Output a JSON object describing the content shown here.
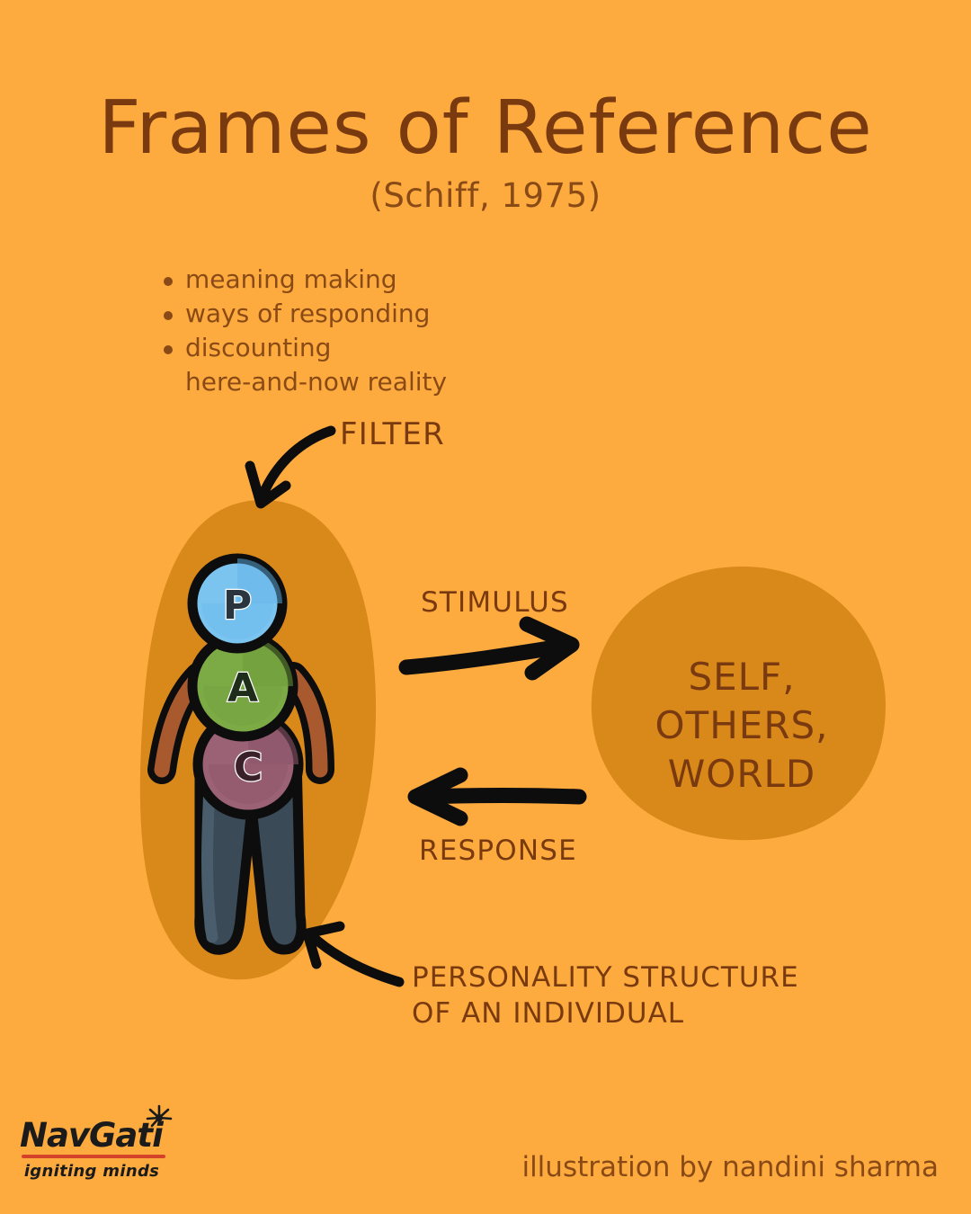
{
  "colors": {
    "background": "#fdab3f",
    "blob": "#d9881a",
    "title_text": "#7a3a10",
    "body_text": "#8a4a16",
    "arrow": "#0d0d0d",
    "parent_circle": "#7cc4f0",
    "adult_circle": "#7cab45",
    "child_circle": "#9b6275",
    "arm": "#a9592e",
    "legs": "#3a4a57",
    "letter": "#2b3540",
    "logo_rule": "#d4422a",
    "logo_text": "#1b1b1b"
  },
  "header": {
    "title": "Frames of Reference",
    "subtitle": "(Schiff, 1975)"
  },
  "bullets": [
    {
      "text": "meaning making",
      "continuation": ""
    },
    {
      "text": "ways of responding",
      "continuation": ""
    },
    {
      "text": "discounting",
      "continuation": "here-and-now reality"
    }
  ],
  "labels": {
    "filter": "FILTER",
    "stimulus": "STIMULUS",
    "response": "RESPONSE",
    "caption_line1": "PERSONALITY STRUCTURE",
    "caption_line2": "OF AN INDIVIDUAL"
  },
  "blob": {
    "line1": "SELF,",
    "line2": "OTHERS,",
    "line3": "WORLD"
  },
  "figure": {
    "parent_letter": "P",
    "adult_letter": "A",
    "child_letter": "C"
  },
  "footer": {
    "credit": "illustration by nandini sharma",
    "logo_name": "NavGati",
    "logo_tagline": "igniting minds"
  }
}
